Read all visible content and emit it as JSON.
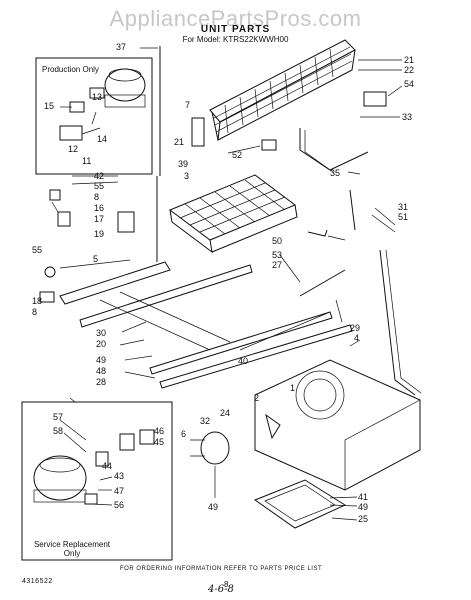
{
  "header": {
    "watermark": "AppliancePartsPros.com",
    "title": "UNIT PARTS",
    "model": "For Model: KTRS22KWWH00"
  },
  "boxes": {
    "production": "Production Only",
    "service": "Service Replacement Only"
  },
  "callouts": [
    "37",
    "21",
    "22",
    "54",
    "7",
    "33",
    "13",
    "15",
    "14",
    "12",
    "11",
    "21",
    "39",
    "52",
    "3",
    "35",
    "42",
    "55",
    "8",
    "16",
    "17",
    "19",
    "31",
    "51",
    "50",
    "55",
    "5",
    "53",
    "27",
    "18",
    "8",
    "29",
    "30",
    "20",
    "4",
    "49",
    "48",
    "40",
    "28",
    "1",
    "2",
    "24",
    "32",
    "6",
    "57",
    "58",
    "46",
    "45",
    "43",
    "44",
    "47",
    "56",
    "41",
    "49",
    "25",
    "49"
  ],
  "footer": {
    "doc_number": "4316522",
    "page": "8",
    "note": "FOR ORDERING INFORMATION REFER TO PARTS PRICE LIST",
    "handwritten": "4-6-8"
  }
}
